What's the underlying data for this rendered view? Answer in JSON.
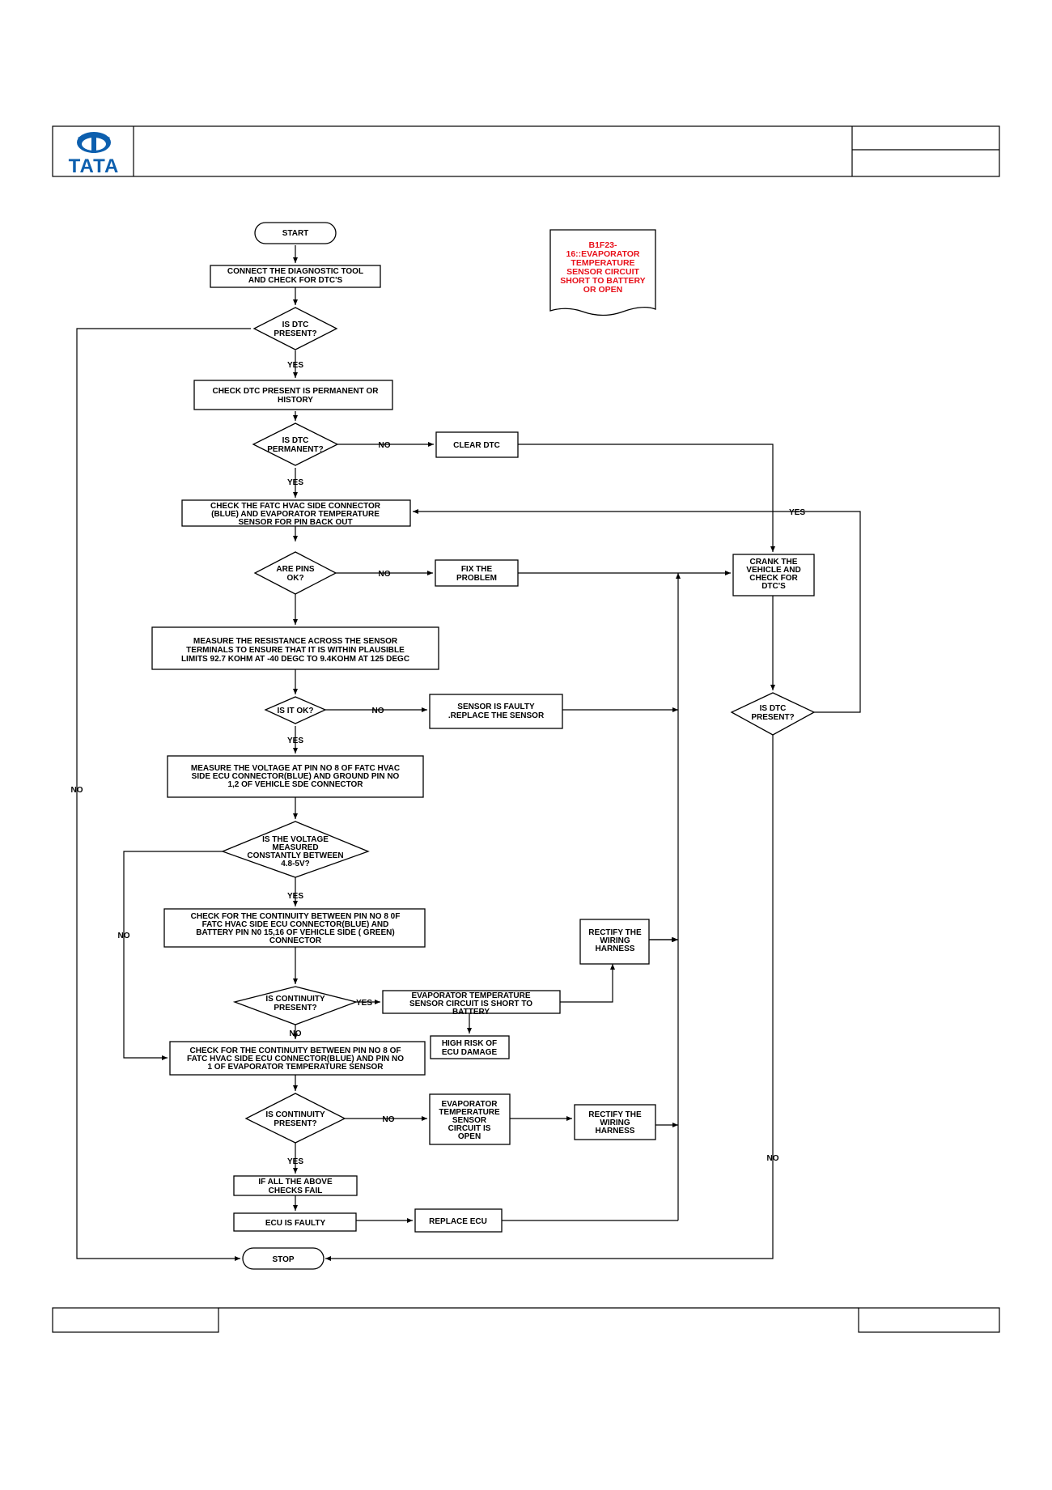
{
  "logo": {
    "text": "TATA",
    "color": "#0d5fae"
  },
  "title_note": [
    "B1F23-",
    "16::EVAPORATOR",
    "TEMPERATURE",
    "SENSOR CIRCUIT",
    "SHORT TO BATTERY",
    "OR OPEN"
  ],
  "note_color": "#e8101a",
  "nodes": {
    "start": [
      "START"
    ],
    "connect": [
      "CONNECT THE DIAGNOSTIC TOOL",
      "AND CHECK FOR  DTC'S"
    ],
    "dtc_present": [
      "IS  DTC",
      "PRESENT?"
    ],
    "check_perm": [
      "CHECK DTC  PRESENT IS PERMANENT OR",
      "HISTORY"
    ],
    "is_perm": [
      "IS  DTC",
      "PERMANENT?"
    ],
    "clear_dtc": [
      "CLEAR DTC"
    ],
    "check_connector": [
      "CHECK THE FATC HVAC SIDE CONNECTOR",
      "(BLUE) AND EVAPORATOR TEMPERATURE",
      "SENSOR FOR PIN BACK OUT"
    ],
    "pins_ok": [
      "ARE PINS",
      "OK?"
    ],
    "fix_problem": [
      "FIX THE",
      "PROBLEM"
    ],
    "crank": [
      "CRANK THE",
      "VEHICLE AND",
      "CHECK FOR",
      "DTC'S"
    ],
    "measure_res": [
      "MEASURE THE RESISTANCE ACROSS THE SENSOR",
      "TERMINALS TO ENSURE THAT IT IS WITHIN PLAUSIBLE",
      "LIMITS 92.7 KOHM AT -40 DEGC TO 9.4KOHM AT 125 DEGC"
    ],
    "is_ok": [
      "IS IT OK?"
    ],
    "sensor_faulty": [
      "SENSOR IS FAULTY",
      ".REPLACE THE SENSOR"
    ],
    "dtc_present2": [
      "IS  DTC",
      "PRESENT?"
    ],
    "measure_volt": [
      "MEASURE THE VOLTAGE AT PIN NO 8 OF FATC HVAC",
      "SIDE ECU CONNECTOR(BLUE) AND GROUND PIN NO",
      "1,2 OF VEHICLE SDE CONNECTOR"
    ],
    "is_voltage": [
      "IS  THE VOLTAGE",
      "MEASURED",
      "CONSTANTLY BETWEEN",
      "4.8-5V?"
    ],
    "check_cont_batt": [
      "CHECK FOR THE CONTINUITY BETWEEN PIN NO 8 0F",
      "FATC HVAC SIDE ECU CONNECTOR(BLUE) AND",
      "BATTERY PIN N0 15,16 OF VEHICLE SIDE ( GREEN)",
      "CONNECTOR"
    ],
    "rectify1": [
      "RECTIFY THE",
      "WIRING",
      "HARNESS"
    ],
    "is_cont1": [
      "IS CONTINUITY",
      "PRESENT?"
    ],
    "short_batt": [
      "EVAPORATOR TEMPERATURE",
      "SENSOR CIRCUIT IS SHORT TO",
      "BATTERY"
    ],
    "high_risk": [
      "HIGH RISK OF",
      "ECU DAMAGE"
    ],
    "check_cont_sensor": [
      "CHECK FOR THE CONTINUITY BETWEEN PIN NO 8 OF",
      "FATC HVAC SIDE ECU CONNECTOR(BLUE) AND PIN NO",
      "1 OF EVAPORATOR TEMPERATURE SENSOR"
    ],
    "is_cont2": [
      "IS CONTINUITY",
      "PRESENT?"
    ],
    "open_circuit": [
      "EVAPORATOR",
      "TEMPERATURE",
      "SENSOR",
      "CIRCUIT IS",
      "OPEN"
    ],
    "rectify2": [
      "RECTIFY THE",
      "WIRING",
      "HARNESS"
    ],
    "all_fail": [
      "IF ALL THE ABOVE",
      "CHECKS FAIL"
    ],
    "ecu_faulty": [
      "ECU IS FAULTY"
    ],
    "replace_ecu": [
      "REPLACE ECU"
    ],
    "stop": [
      "STOP"
    ]
  },
  "edge_labels": {
    "yes1": "YES",
    "no_perm": "NO",
    "yes_perm": "YES",
    "yes_crank": "YES",
    "no_pins": "NO",
    "no_ok": "NO",
    "yes_ok": "YES",
    "no_left": "NO",
    "no_volt": "NO",
    "yes_volt": "YES",
    "yes_cont1": "YES",
    "no_cont1": "NO",
    "no_cont2": "NO",
    "yes_cont2": "YES",
    "no_dtc2": "NO"
  }
}
